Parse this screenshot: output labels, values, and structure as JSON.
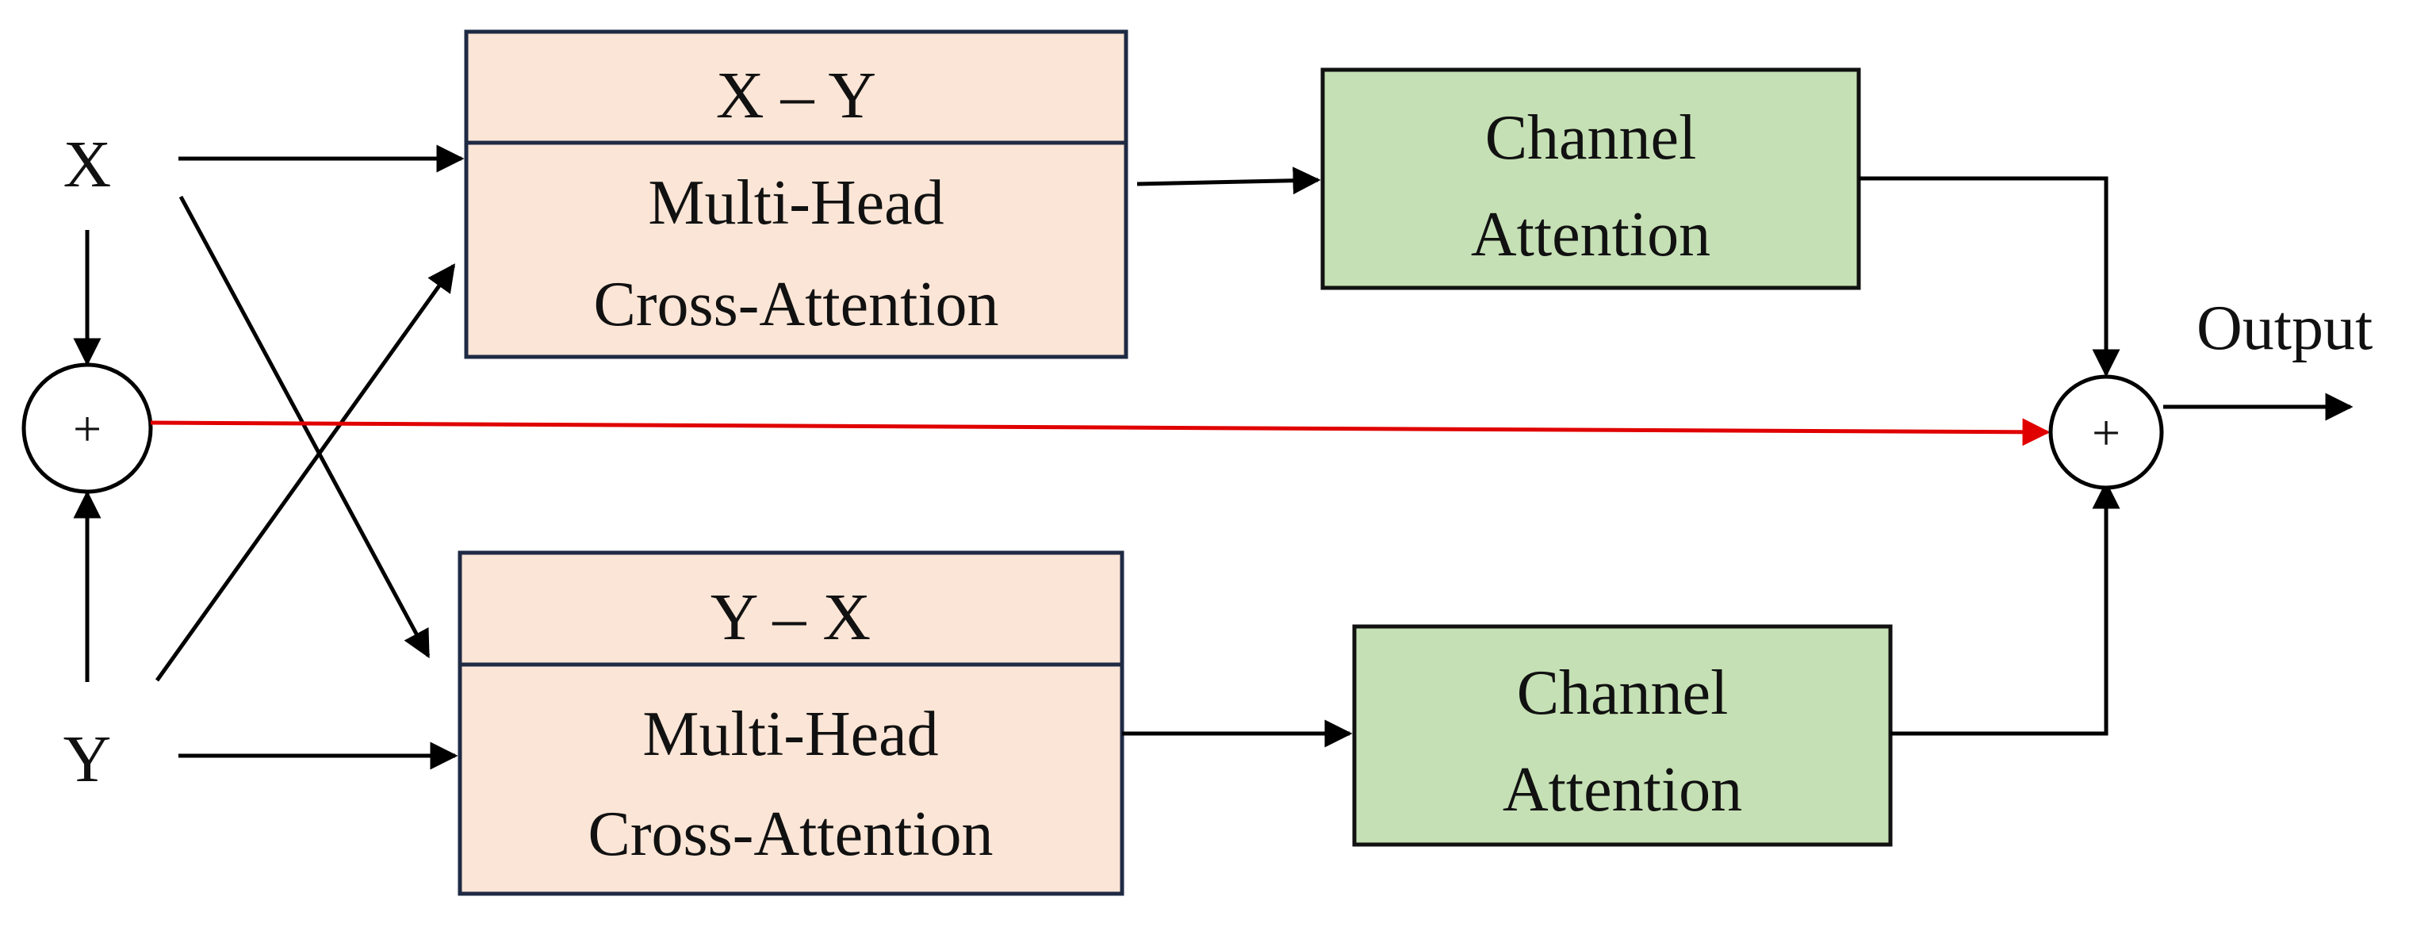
{
  "inputs": {
    "x": "X",
    "y": "Y"
  },
  "blocks": {
    "xy": {
      "header": "X – Y",
      "line1": "Multi-Head",
      "line2": "Cross-Attention"
    },
    "yx": {
      "header": "Y –  X",
      "line1": "Multi-Head",
      "line2": "Cross-Attention"
    },
    "channel_top": {
      "line1": "Channel",
      "line2": "Attention"
    },
    "channel_bottom": {
      "line1": "Channel",
      "line2": "Attention"
    }
  },
  "operators": {
    "left_sum": "+",
    "right_sum": "+"
  },
  "output_label": "Output",
  "colors": {
    "cross_attention_fill": "#fbe5d6",
    "channel_attention_fill": "#c5e0b4",
    "box_border_navy": "#1f2a44",
    "channel_border": "#111111",
    "arrow": "#000000",
    "skip_arrow": "#e00000"
  }
}
